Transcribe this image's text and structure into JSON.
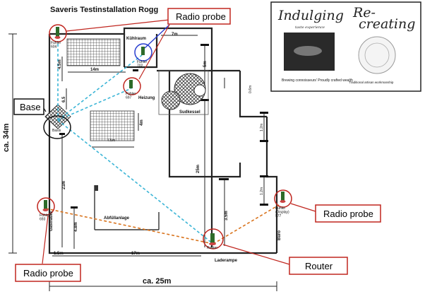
{
  "title": "Saveris Testinstallation Rogg",
  "callouts": {
    "radio_probe_top": "Radio probe",
    "base": "Base",
    "radio_probe_right": "Radio probe",
    "radio_probe_bottom_left": "Radio probe",
    "router": "Router"
  },
  "rooms": {
    "kuhlraum": "Kühlraum",
    "heizung": "Heizung",
    "sudkessel": "Sudkessel",
    "abfullanlage": "Abfüllanlage",
    "gastraum": "Gastraum",
    "buro": "Büro",
    "laderampe": "Laderampe"
  },
  "probes": {
    "p604": "Fühler\n604",
    "p702": "Fühler\n702",
    "p697": "Fühler\n697",
    "p693": "Fühler\n693",
    "p977": "Fühler\n(Display)\n977",
    "base": "Basis",
    "router": "Router"
  },
  "dimensions": {
    "d14m": "14m",
    "d7m": "7m",
    "d4_5m": "4.5m",
    "d6_5": "6.5",
    "d4m_left": "4.5m",
    "d7_5m": "7.5m",
    "d4m": "4m",
    "d5m": "5m",
    "d25m_mid": "25m",
    "d21m": "21m",
    "d4_8m": "4.8m",
    "d3_5m": "3.5m",
    "d1_5m": "1.5m",
    "d17m": "17m",
    "d0_6m": "0.6m",
    "d1m_a": "1.2m",
    "d1m_b": "1.2m",
    "ca34m": "ca. 34m",
    "ca25m": "ca. 25m"
  },
  "brand_panel": {
    "word1": "Indulging",
    "sub1": "taste experience",
    "word2": "Re-",
    "word3": "creating",
    "caption1": "Brewing connoisseurs' Proudly crafted wealth",
    "caption2": "Traditional artisan workmanship"
  },
  "colors": {
    "callout_border": "#c0261f",
    "radio_link": "#3bb5d6",
    "router_link": "#d9741e",
    "blue_link": "#2a3fd0",
    "wall": "#222222"
  }
}
